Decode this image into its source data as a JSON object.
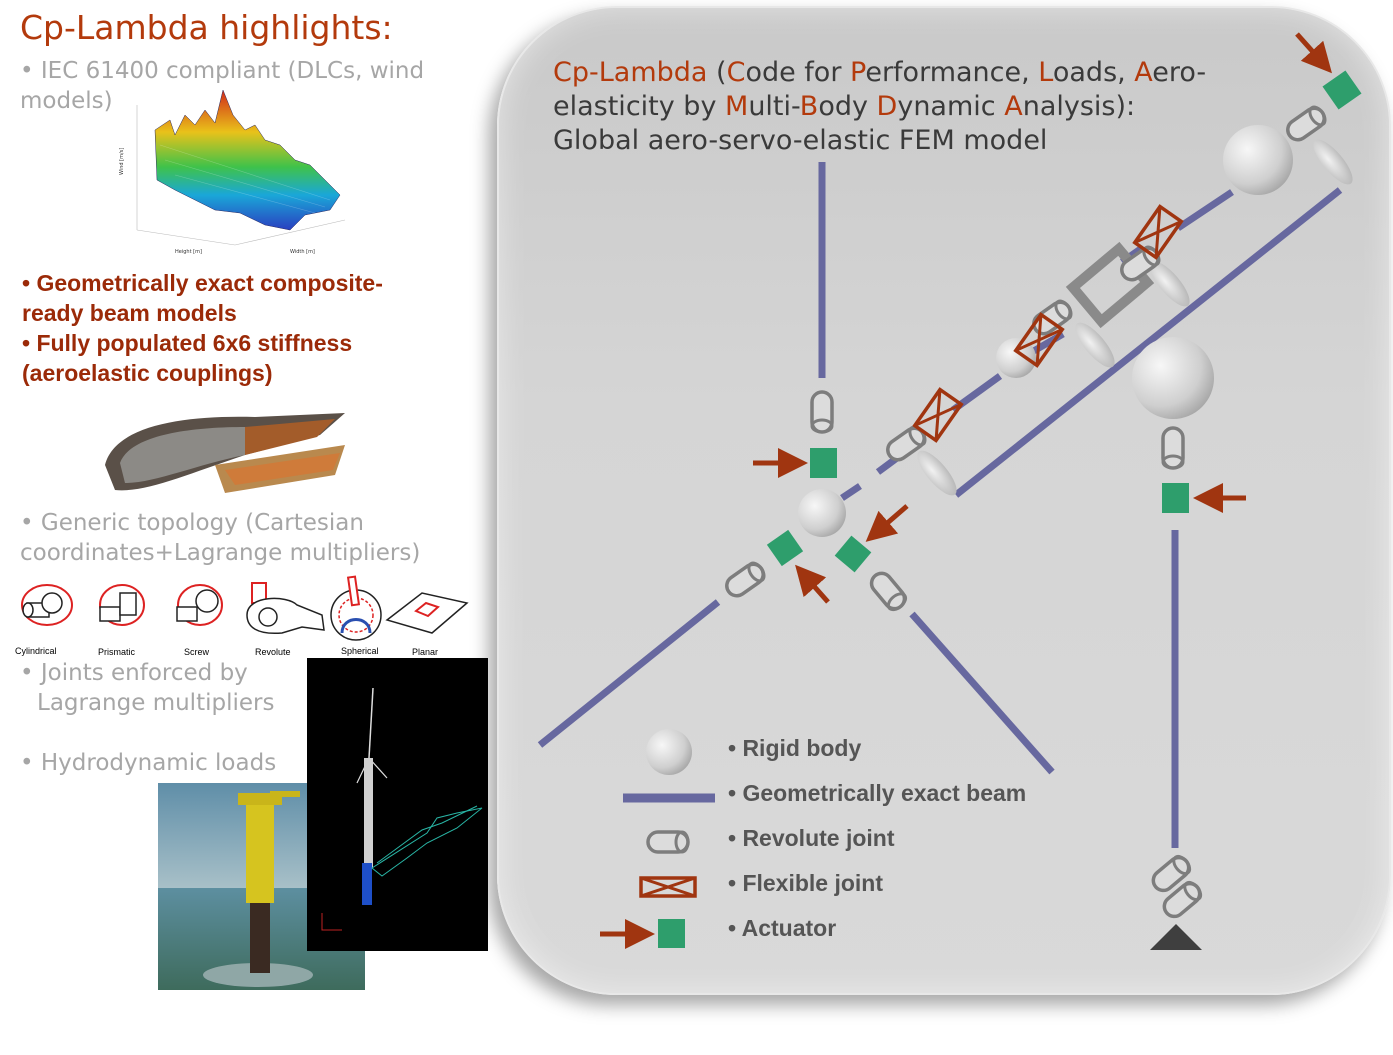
{
  "left": {
    "title": "Cp-Lambda highlights:",
    "b1": "• IEC 61400 compliant (DLCs, wind",
    "b1b": "models)",
    "b2": "• Geometrically exact composite-",
    "b2b": "ready beam models",
    "b3": "•   Fully populated 6x6 stiffness",
    "b3b": "(aeroelastic couplings)",
    "b4": "• Generic topology (Cartesian",
    "b4b": "coordinates+Lagrange multipliers)",
    "b5": "• Joints enforced by",
    "b5b": "Lagrange multipliers",
    "b6": "• Hydrodynamic loads",
    "joints": [
      "Cylindrical",
      "Prismatic",
      "Screw",
      "Revolute",
      "Spherical",
      "Planar"
    ],
    "plot_axes": {
      "z": "Wind [m/s]",
      "x": "Height [m]",
      "y": "Width [m]"
    }
  },
  "panel": {
    "t_cp": "Cp-Lambda",
    "t_a": " (",
    "t_C": "C",
    "t_b": "ode for ",
    "t_P": "P",
    "t_c": "erformance, ",
    "t_L": "L",
    "t_d": "oads, ",
    "t_A": "A",
    "t_e": "ero-",
    "t_f": "elasticity by ",
    "t_M": "M",
    "t_g": "ulti-",
    "t_B": "B",
    "t_h": "ody ",
    "t_D": "D",
    "t_i": "ynamic ",
    "t_A2": "A",
    "t_j": "nalysis):",
    "t_line3": "Global aero-servo-elastic FEM model"
  },
  "legend": {
    "rigid": "•  Rigid body",
    "beam": "•  Geometrically exact beam",
    "revolute": "•  Revolute joint",
    "flexible": "•  Flexible joint",
    "actuator": "•  Actuator"
  },
  "colors": {
    "beam": "#67689f",
    "actuator": "#2e9e6c",
    "arrow": "#a03510",
    "accent": "#b33a0c"
  }
}
